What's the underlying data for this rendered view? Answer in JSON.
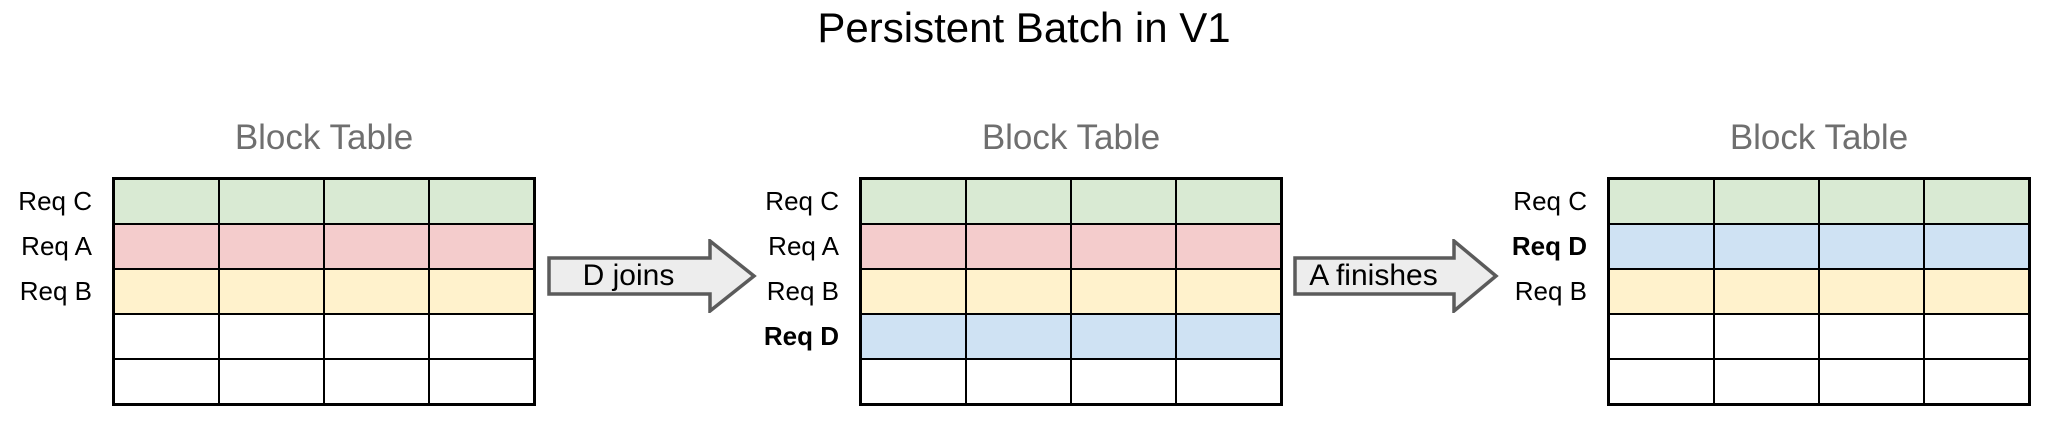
{
  "title": "Persistent Batch in V1",
  "palette": {
    "green": "#d9ead3",
    "red": "#f4cccc",
    "yellow": "#fff2cc",
    "blue": "#cfe2f3",
    "white": "#ffffff",
    "grid_border": "#000000",
    "table_title_gray": "#6f6f6f",
    "arrow_fill": "#ededed",
    "arrow_stroke": "#5b5b5b",
    "arrow_text": "#000000"
  },
  "tables": [
    {
      "title": "Block Table",
      "columns": 4,
      "rows": [
        {
          "label": "Req C",
          "bold": false,
          "color": "green"
        },
        {
          "label": "Req A",
          "bold": false,
          "color": "red"
        },
        {
          "label": "Req B",
          "bold": false,
          "color": "yellow"
        },
        {
          "label": "",
          "bold": false,
          "color": "white"
        },
        {
          "label": "",
          "bold": false,
          "color": "white"
        }
      ]
    },
    {
      "title": "Block Table",
      "columns": 4,
      "rows": [
        {
          "label": "Req C",
          "bold": false,
          "color": "green"
        },
        {
          "label": "Req A",
          "bold": false,
          "color": "red"
        },
        {
          "label": "Req B",
          "bold": false,
          "color": "yellow"
        },
        {
          "label": "Req D",
          "bold": true,
          "color": "blue"
        },
        {
          "label": "",
          "bold": false,
          "color": "white"
        }
      ]
    },
    {
      "title": "Block Table",
      "columns": 4,
      "rows": [
        {
          "label": "Req C",
          "bold": false,
          "color": "green"
        },
        {
          "label": "Req D",
          "bold": true,
          "color": "blue"
        },
        {
          "label": "Req B",
          "bold": false,
          "color": "yellow"
        },
        {
          "label": "",
          "bold": false,
          "color": "white"
        },
        {
          "label": "",
          "bold": false,
          "color": "white"
        }
      ]
    }
  ],
  "arrows": [
    {
      "label": "D joins"
    },
    {
      "label": "A finishes"
    }
  ]
}
